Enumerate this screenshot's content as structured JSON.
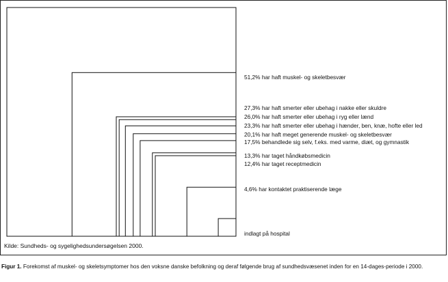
{
  "chart_data": {
    "type": "nested-area",
    "series": [
      {
        "value": 100,
        "label": ""
      },
      {
        "value": 51.2,
        "label": "51,2% har haft muskel- og skeletbesvær"
      },
      {
        "value": 27.3,
        "label": "27,3% har haft smerter eller ubehag i nakke eller skuldre"
      },
      {
        "value": 26.0,
        "label": "26,0% har haft smerter eller ubehag i ryg eller lænd"
      },
      {
        "value": 23.3,
        "label": "23,3% har haft smerter eller ubehag i hænder, ben, knæ, hofte eller led"
      },
      {
        "value": 20.1,
        "label": "20,1% har haft meget generende muskel- og skeletbesvær"
      },
      {
        "value": 17.5,
        "label": "17,5% behandlede sig selv, f.eks. med varme, diæt, og gymnastik"
      },
      {
        "value": 13.3,
        "label": "13,3% har taget håndkøbsmedicin"
      },
      {
        "value": 12.4,
        "label": "12,4% har taget receptmedicin"
      },
      {
        "value": 4.6,
        "label": "4,6% har kontaktet praktiserende læge"
      },
      {
        "value": 0.6,
        "label": "indlagt på hospital"
      }
    ],
    "source": "Kilde: Sundheds- og sygelighedsundersøgelsen 2000."
  },
  "caption": {
    "label": "Figur 1.",
    "text": "Forekomst af muskel- og skeletsymptomer hos den voksne danske befolkning og deraf følgende brug af sundhedsvæsenet inden for en 14-dages-periode i 2000."
  }
}
